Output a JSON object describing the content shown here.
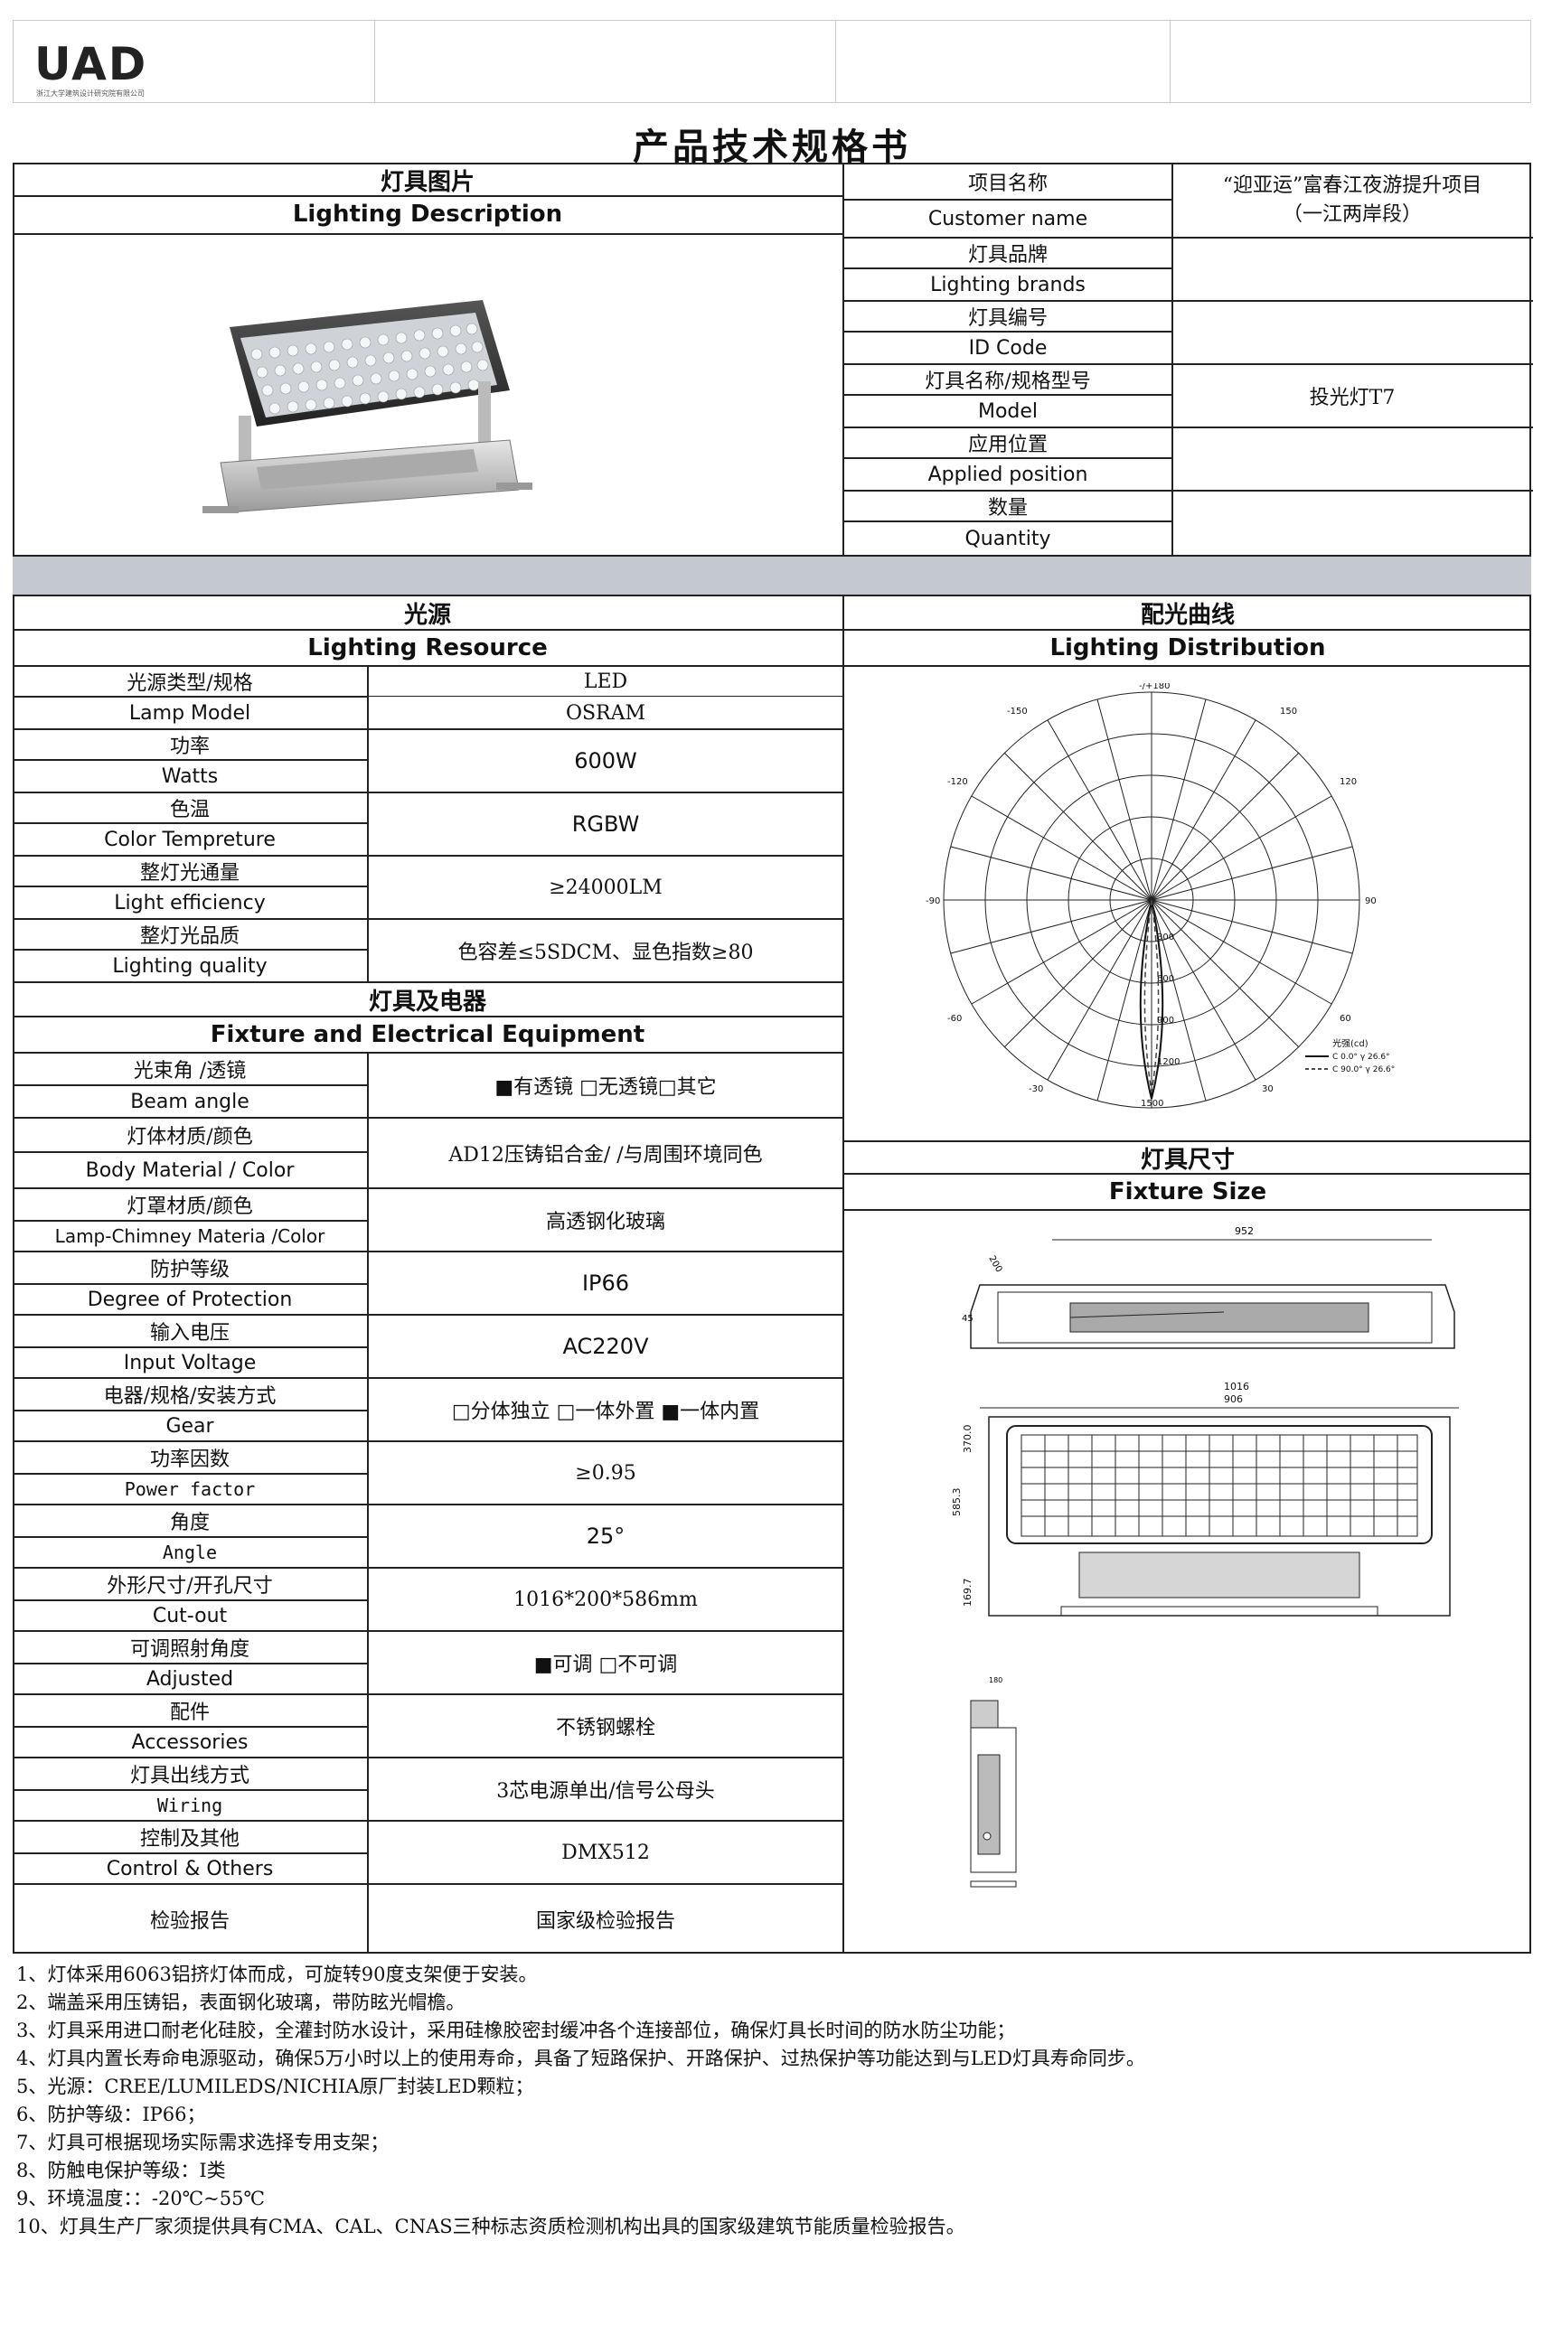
{
  "header": {
    "logo": "UAD",
    "logo_sub": "浙江大学建筑设计研究院有限公司",
    "title": "产品技术规格书"
  },
  "sections": {
    "lighting_description_cn": "灯具图片",
    "lighting_description_en": "Lighting Description",
    "lighting_resource_cn": "光源",
    "lighting_resource_en": "Lighting Resource",
    "lighting_distribution_cn": "配光曲线",
    "lighting_distribution_en": "Lighting Distribution",
    "fixture_electrical_cn": "灯具及电器",
    "fixture_electrical_en": "Fixture and Electrical Equipment",
    "fixture_size_cn": "灯具尺寸",
    "fixture_size_en": "Fixture Size"
  },
  "project_info": [
    {
      "cn": "项目名称",
      "en": "Customer name",
      "value": "“迎亚运”富春江夜游提升项目\n（一江两岸段）"
    },
    {
      "cn": "灯具品牌",
      "en": "Lighting brands",
      "value": ""
    },
    {
      "cn": "灯具编号",
      "en": "ID Code",
      "value": ""
    },
    {
      "cn": "灯具名称/规格型号",
      "en": "Model",
      "value": "投光灯T7"
    },
    {
      "cn": "应用位置",
      "en": "Applied position",
      "value": ""
    },
    {
      "cn": "数量",
      "en": "Quantity",
      "value": ""
    }
  ],
  "light_source": [
    {
      "cn": "光源类型/规格",
      "en": "Lamp Model",
      "value": "LED",
      "value2": "OSRAM"
    },
    {
      "cn": "功率",
      "en": "Watts",
      "value": "600W"
    },
    {
      "cn": "色温",
      "en": "Color Tempreture",
      "value": "RGBW"
    },
    {
      "cn": "整灯光通量",
      "en": "Light efficiency",
      "value": "≥24000LM"
    },
    {
      "cn": "整灯光品质",
      "en": "Lighting quality",
      "value": "色容差≤5SDCM、显色指数≥80"
    }
  ],
  "fixture": [
    {
      "cn": "光束角 /透镜",
      "en": "Beam angle",
      "value": "■有透镜 □无透镜□其它"
    },
    {
      "cn": "灯体材质/颜色",
      "en": "Body Material / Color",
      "value": "AD12压铸铝合金/ /与周围环境同色"
    },
    {
      "cn": "灯罩材质/颜色",
      "en": "Lamp-Chimney Materia /Color",
      "value": "高透钢化玻璃"
    },
    {
      "cn": "防护等级",
      "en": "Degree of Protection",
      "value": "IP66"
    },
    {
      "cn": "输入电压",
      "en": "Input Voltage",
      "value": "AC220V"
    },
    {
      "cn": "电器/规格/安装方式",
      "en": "Gear",
      "value": "□分体独立 □一体外置 ■一体内置"
    },
    {
      "cn": "功率因数",
      "en": "Power factor",
      "value": "≥0.95"
    },
    {
      "cn": "角度",
      "en": "Angle",
      "value": "25°"
    },
    {
      "cn": "外形尺寸/开孔尺寸",
      "en": "Cut-out",
      "value": "1016*200*586mm"
    },
    {
      "cn": "可调照射角度",
      "en": "Adjusted",
      "value": "■可调 □不可调"
    },
    {
      "cn": "配件",
      "en": "Accessories",
      "value": "不锈钢螺栓"
    },
    {
      "cn": "灯具出线方式",
      "en": "Wiring",
      "value": "3芯电源单出/信号公母头"
    },
    {
      "cn": "控制及其他",
      "en": "Control & Others",
      "value": "DMX512"
    }
  ],
  "inspection": {
    "cn": "检验报告",
    "value": "国家级检验报告"
  },
  "polar": {
    "angle_labels": [
      "-/+180",
      "-150",
      "150",
      "-120",
      "120",
      "-90",
      "90",
      "-60",
      "60",
      "-30",
      "30"
    ],
    "radial_labels": [
      "300",
      "600",
      "900",
      "1200",
      "1500"
    ],
    "legend_title": "光强(cd)",
    "legend_1": "C 0.0°  γ 26.6°",
    "legend_2": "C 90.0°  γ 26.6°"
  },
  "dimensions": {
    "d952": "952",
    "d1016": "1016",
    "d906": "906",
    "d370": "370.0",
    "d585": "585.3",
    "d169": "169.7",
    "d45": "45",
    "d200": "200",
    "d180": "180"
  },
  "notes": [
    "1、灯体采用6063铝挤灯体而成，可旋转90度支架便于安装。",
    "2、端盖采用压铸铝，表面钢化玻璃，带防眩光帽檐。",
    "3、灯具采用进口耐老化硅胶，全灌封防水设计，采用硅橡胶密封缓冲各个连接部位，确保灯具长时间的防水防尘功能；",
    "4、灯具内置长寿命电源驱动，确保5万小时以上的使用寿命，具备了短路保护、开路保护、过热保护等功能达到与LED灯具寿命同步。",
    "5、光源：CREE/LUMILEDS/NICHIA原厂封装LED颗粒；",
    "6、防护等级：IP66；",
    "7、灯具可根据现场实际需求选择专用支架；",
    "8、防触电保护等级：I类",
    "9、环境温度：：-20℃~55℃",
    "10、灯具生产厂家须提供具有CMA、CAL、CNAS三种标志资质检测机构出具的国家级建筑节能质量检验报告。"
  ]
}
